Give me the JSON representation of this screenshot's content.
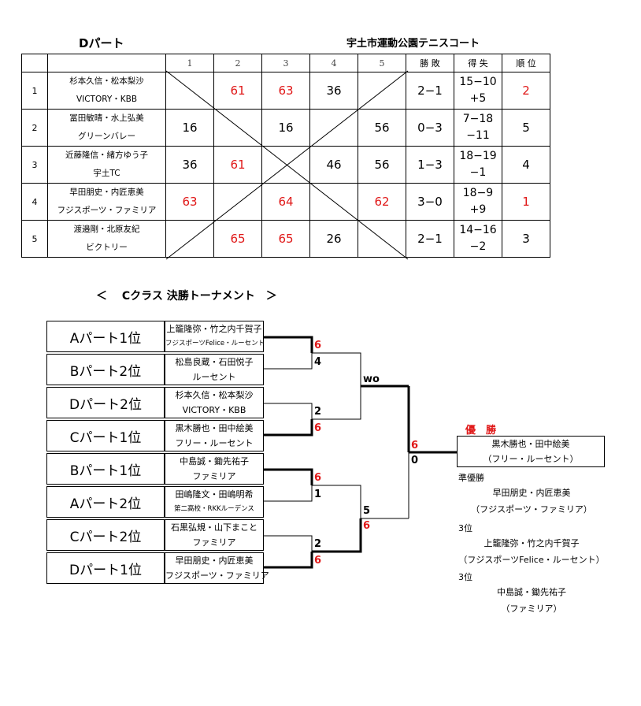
{
  "header": {
    "part": "Dパート",
    "venue": "宇土市運動公園テニスコート"
  },
  "table": {
    "columns": [
      "1",
      "2",
      "3",
      "4",
      "5",
      "勝 敗",
      "得 失",
      "順 位"
    ],
    "rows": [
      {
        "idx": "1",
        "names": [
          "杉本久信・松本梨沙",
          "VICTORY・KBB"
        ],
        "scores": [
          "",
          "61",
          "63",
          "36",
          ""
        ],
        "red": [
          false,
          true,
          true,
          false,
          false
        ],
        "wl": "2−1",
        "pts": [
          "15−10",
          "+5"
        ],
        "rank": "2",
        "rank_red": true
      },
      {
        "idx": "2",
        "names": [
          "冨田敏晴・水上弘美",
          "グリーンバレー"
        ],
        "scores": [
          "16",
          "",
          "16",
          "",
          "56"
        ],
        "red": [
          false,
          false,
          false,
          false,
          false
        ],
        "wl": "0−3",
        "pts": [
          "7−18",
          "−11"
        ],
        "rank": "5",
        "rank_red": false
      },
      {
        "idx": "3",
        "names": [
          "近藤隆信・緒方ゆう子",
          "宇土TC"
        ],
        "scores": [
          "36",
          "61",
          "",
          "46",
          "56"
        ],
        "red": [
          false,
          true,
          false,
          false,
          false
        ],
        "wl": "1−3",
        "pts": [
          "18−19",
          "−1"
        ],
        "rank": "4",
        "rank_red": false
      },
      {
        "idx": "4",
        "names": [
          "早田朋史・内匠恵美",
          "フジスポーツ・ファミリア"
        ],
        "scores": [
          "63",
          "",
          "64",
          "",
          "62"
        ],
        "red": [
          true,
          false,
          true,
          false,
          true
        ],
        "wl": "3−0",
        "pts": [
          "18−9",
          "+9"
        ],
        "rank": "1",
        "rank_red": true
      },
      {
        "idx": "5",
        "names": [
          "渡邉剛・北原友紀",
          "ビクトリー"
        ],
        "scores": [
          "",
          "65",
          "65",
          "26",
          ""
        ],
        "red": [
          false,
          true,
          true,
          false,
          false
        ],
        "wl": "2−1",
        "pts": [
          "14−16",
          "−2"
        ],
        "rank": "3",
        "rank_red": false
      }
    ]
  },
  "tournament": {
    "title": "＜　 Cクラス 決勝トーナメント　＞",
    "entries": [
      {
        "part": "Aパート1位",
        "line1": "上籠隆弥・竹之内千賀子",
        "line2": "フジスポーツFelice・ルーセント",
        "small2": true
      },
      {
        "part": "Bパート2位",
        "line1": "松島良蔵・石田悦子",
        "line2": "ルーセント",
        "small2": false
      },
      {
        "part": "Dパート2位",
        "line1": "杉本久信・松本梨沙",
        "line2": "VICTORY・KBB",
        "small2": false
      },
      {
        "part": "Cパート1位",
        "line1": "黒木勝也・田中絵美",
        "line2": "フリー・ルーセント",
        "small2": false
      },
      {
        "part": "Bパート1位",
        "line1": "中島誠・鋤先祐子",
        "line2": "ファミリア",
        "small2": false
      },
      {
        "part": "Aパート2位",
        "line1": "田嶋隆文・田嶋明希",
        "line2": "第二高校・RKKルーデンス",
        "small2": true
      },
      {
        "part": "Cパート2位",
        "line1": "石黒弘規・山下まこと",
        "line2": "ファミリア",
        "small2": false
      },
      {
        "part": "Dパート1位",
        "line1": "早田朋史・内匠恵美",
        "line2": "フジスポーツ・ファミリア",
        "small2": false
      }
    ],
    "r1_scores": [
      {
        "top": "6",
        "bottom": "4",
        "top_red": true,
        "bottom_red": false
      },
      {
        "top": "2",
        "bottom": "6",
        "top_red": false,
        "bottom_red": true
      },
      {
        "top": "6",
        "bottom": "1",
        "top_red": true,
        "bottom_red": false
      },
      {
        "top": "2",
        "bottom": "6",
        "top_red": false,
        "bottom_red": true
      }
    ],
    "sf_scores": [
      {
        "top": "wo",
        "bottom": "",
        "top_red": false
      },
      {
        "top": "5",
        "bottom": "6",
        "top_red": false,
        "bottom_red": true
      }
    ],
    "final_scores": {
      "top": "6",
      "bottom": "0",
      "top_red": true
    },
    "results": {
      "champion_label": "優　勝",
      "champion": [
        "黒木勝也・田中絵美",
        "（フリー・ルーセント）"
      ],
      "runner_label": "準優勝",
      "runner": [
        "早田朋史・内匠恵美",
        "（フジスポーツ・ファミリア）"
      ],
      "third_label1": "3位",
      "third1": [
        "上籠隆弥・竹之内千賀子",
        "（フジスポーツFelice・ルーセント）"
      ],
      "third_label2": "3位",
      "third2": [
        "中島誠・鋤先祐子",
        "（ファミリア）"
      ]
    }
  }
}
